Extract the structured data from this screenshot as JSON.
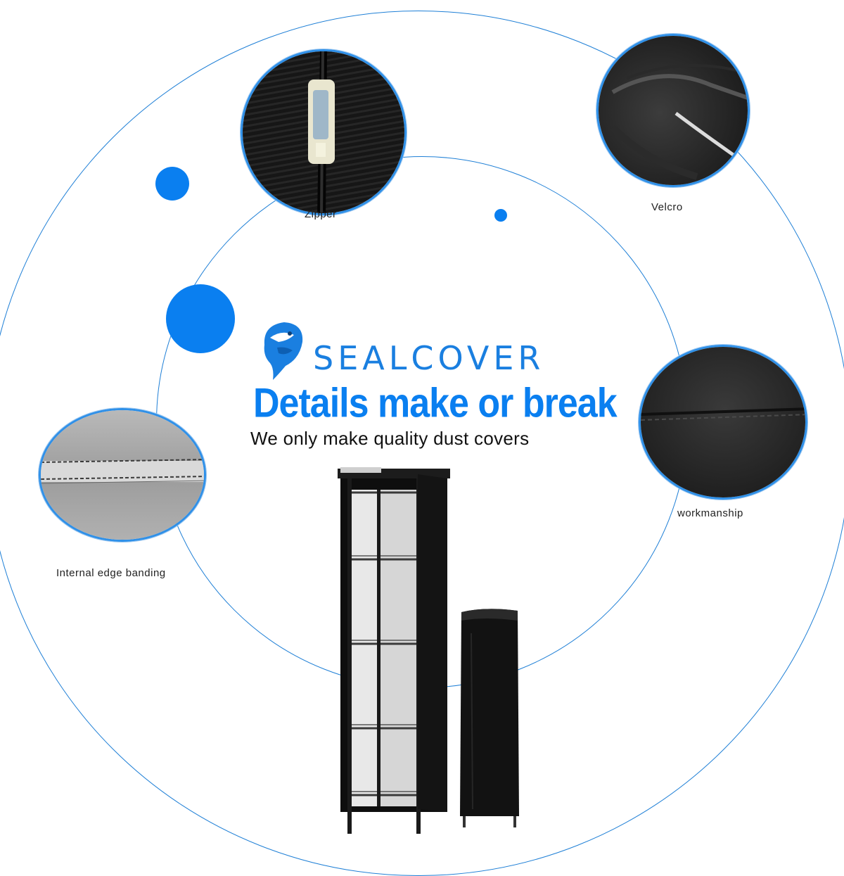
{
  "brand": {
    "name": "SEALCOVER",
    "logo_icon": "seal-logo-icon",
    "color": "#1a7fe0"
  },
  "headline": "Details make or break",
  "tagline": "We only make quality dust covers",
  "details": [
    {
      "label": "Zipper",
      "icon": "zipper-detail-photo"
    },
    {
      "label": "Velcro",
      "icon": "velcro-detail-photo"
    },
    {
      "label": "workmanship",
      "icon": "stitching-detail-photo"
    },
    {
      "label": "Internal edge banding",
      "icon": "edge-banding-detail-photo"
    }
  ],
  "colors": {
    "accent": "#0a7ff0",
    "ring": "#1e7fd6",
    "cover": "#111111"
  }
}
